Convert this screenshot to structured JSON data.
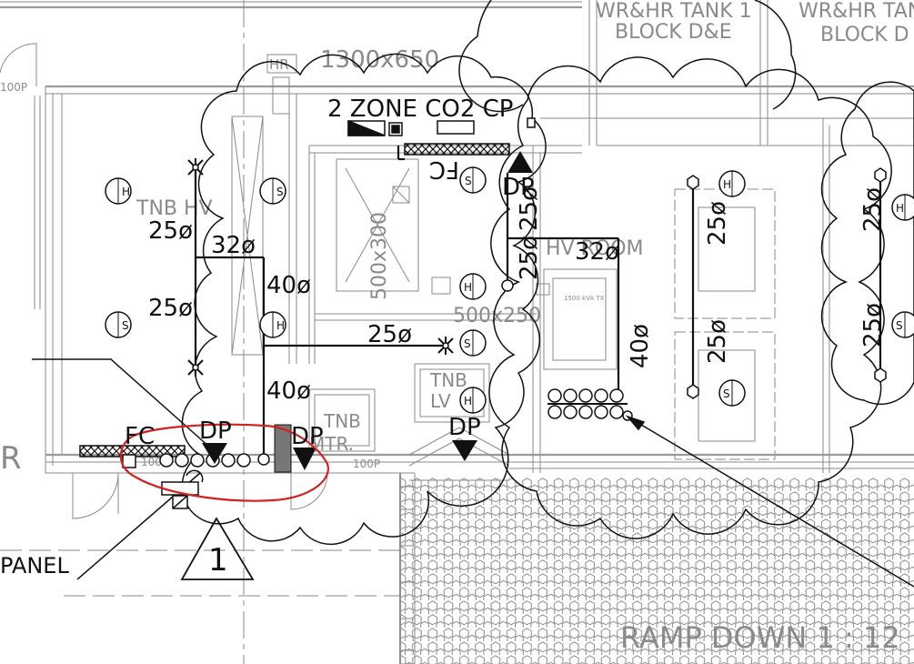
{
  "tank_labels": [
    "WR&HR TANK 1",
    "BLOCK D&E",
    "WR&HR TANK",
    "BLOCK D"
  ],
  "duct_size_top": "1300x650",
  "hr_tag": "HR",
  "co2_label": "2 ZONE CO2 CP",
  "fc_top": "FC",
  "fc_bottom": "FC",
  "room_labels": {
    "tnb_hv": "TNB HV",
    "hv_room": "HV ROOM",
    "tnb_lv": "TNB LV",
    "tnb_mtr": "TNB MTR.",
    "tx_box": "1500 kVA TX"
  },
  "duct_vertical": "500x300",
  "duct_mid": "500x250",
  "dp_labels": [
    "DP",
    "DP",
    "DP",
    "DP"
  ],
  "pipe_sizes": {
    "a": "25ø",
    "b": "32ø",
    "c": "25ø",
    "d": "40ø",
    "e": "25ø",
    "f": "40ø",
    "g": "25ø",
    "h": "25ø",
    "i": "32ø",
    "j": "40ø",
    "k": "25ø",
    "l": "25ø",
    "m": "25ø",
    "n": "25ø"
  },
  "dim_labels": [
    "100P",
    "100P",
    "100P"
  ],
  "panel_label": "PANEL",
  "r_label": "R",
  "triangle_tag": "1",
  "ramp_label": "RAMP DOWN 1 : 12",
  "sensor_tags": {
    "h": "H",
    "s": "S"
  },
  "colors": {
    "drawing_grey": "#8a8a8a",
    "ink": "#111111",
    "markup_red": "#d42020"
  }
}
